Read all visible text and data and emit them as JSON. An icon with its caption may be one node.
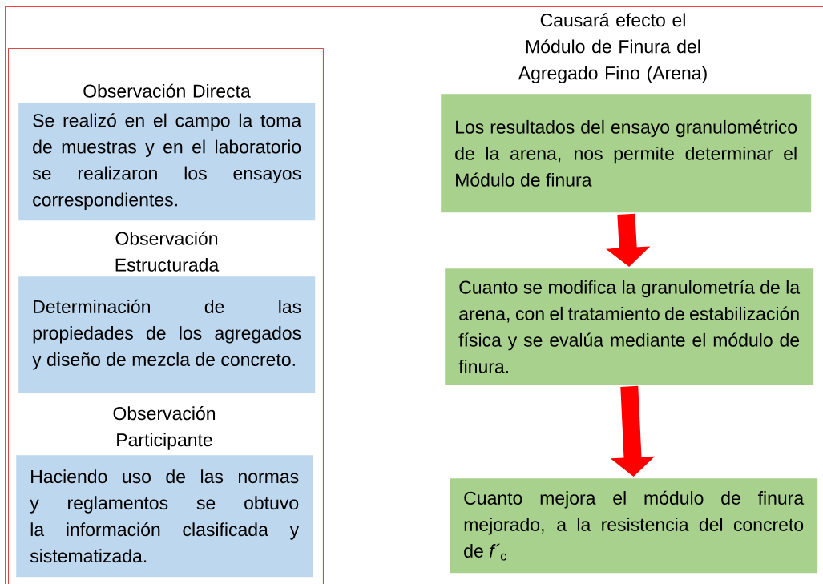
{
  "diagram": {
    "title": "Causará efecto el Módulo de Finura del Agregado Fino (Arena)",
    "nodes": [
      {
        "text": [],
        "shape": "box"
      },
      {
        "text": [
          "Observación Directa",
          "Se realizó en el campo la toma de muestras y en el laboratorio se realizaron los ensayos correspondientes."
        ],
        "in": 0
      },
      {
        "text": [
          "Observación Estructurada",
          "Determinación de las propiedades de los agregados y diseño de mezcla de concreto."
        ],
        "in": 0
      },
      {
        "text": [
          "Observación Participante",
          "Haciendo uso de las normas y reglamentos se obtuvo la información clasificada y sistematizada."
        ],
        "in": 0
      },
      {
        "text": [
          "Los resultados del ensayo granulométrico de la arena, nos permite determinar el Módulo de finura"
        ]
      },
      {
        "text": [
          "Cuanto se modifica la granulometría de la arena, con el tratamiento de estabilización física y se evalúa mediante el módulo de finura."
        ]
      },
      {
        "text": [
          "Cuanto mejora el módulo de finura mejorado, a la resistencia del concreto de *f´*$_{c}$"
        ]
      }
    ],
    "edges": [
      {
        "from": 4,
        "to": 5,
        "arrow": "to",
        "color": "#ff0000"
      },
      {
        "from": 5,
        "to": 6,
        "arrow": "to",
        "color": "#ff0000"
      }
    ]
  }
}
